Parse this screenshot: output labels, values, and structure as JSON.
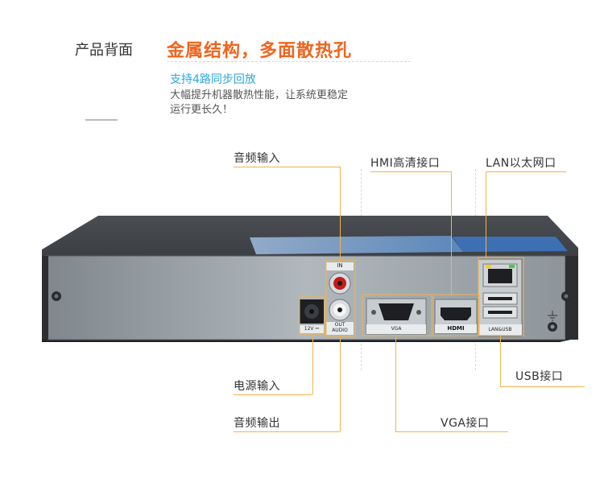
{
  "header": {
    "section_label": "产品背面",
    "headline": "金属结构，多面散热孔",
    "subhead": "支持4路同步回放",
    "desc_line1": "大幅提升机器散热性能，让系统更稳定",
    "desc_line2": "运行更长久！"
  },
  "callouts": {
    "audio_in": "音频输入",
    "hdmi": "HMI高清接口",
    "lan": "LAN以太网口",
    "usb": "USB接口",
    "power_in": "电源输入",
    "audio_out": "音频输出",
    "vga": "VGA接口"
  },
  "panel_labels": {
    "in": "IN",
    "out": "OUT",
    "audio": "AUDIO",
    "power": "12V ⎓",
    "vga": "VGA",
    "hdmi": "HDMI",
    "lan_usb": "LAN&USB"
  },
  "colors": {
    "accent_orange": "#f0641e",
    "accent_blue": "#2aa6e0",
    "callout_line": "#f2b44a",
    "panel_metal": "#9aa2a8",
    "case_dark": "#2a2c30"
  }
}
